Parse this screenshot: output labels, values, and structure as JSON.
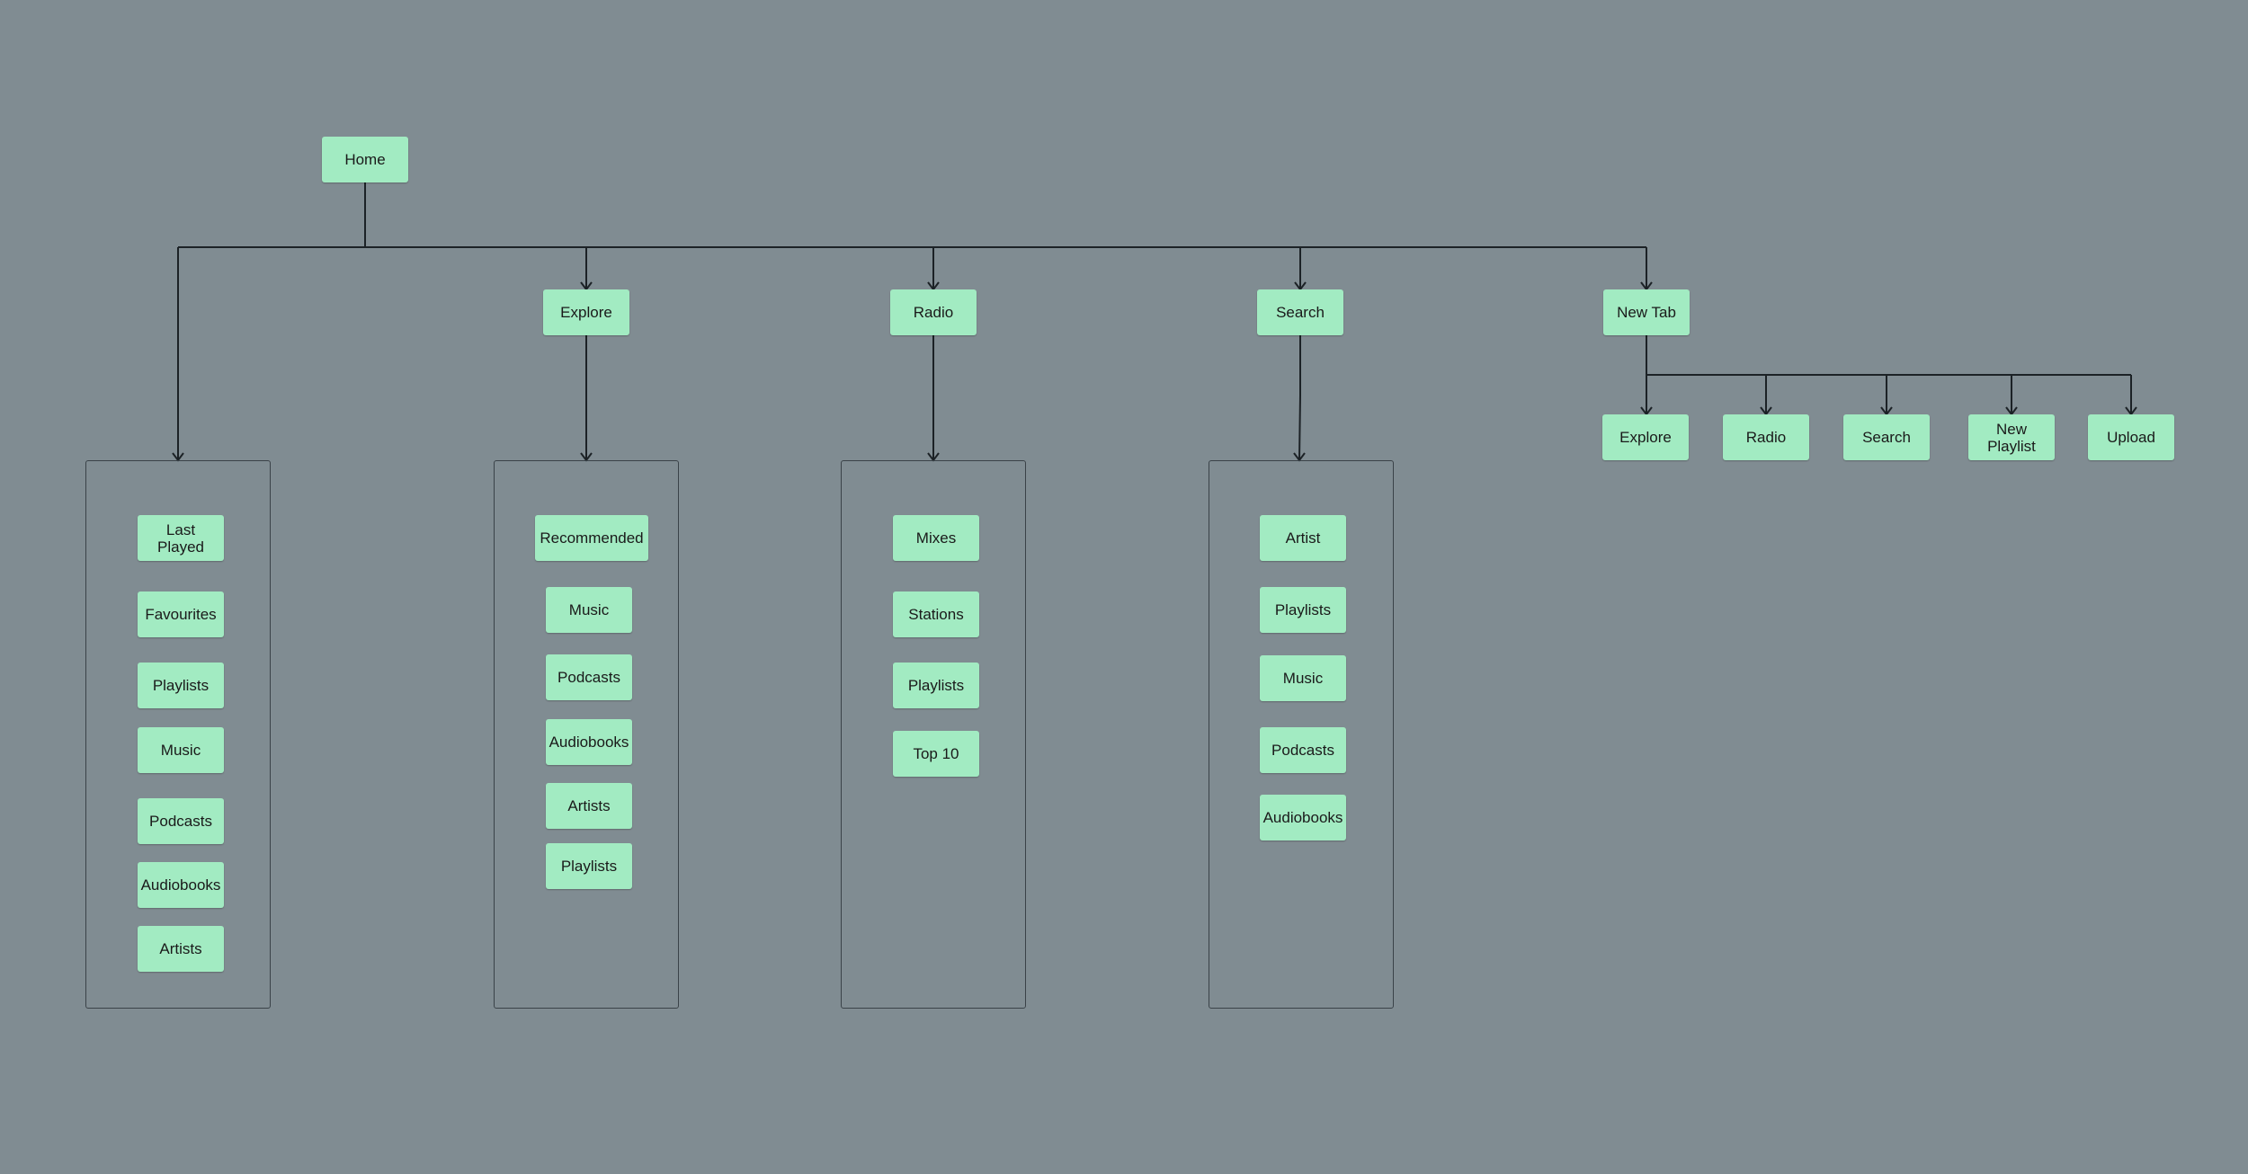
{
  "home": "Home",
  "sections": {
    "explore": "Explore",
    "radio": "Radio",
    "search": "Search",
    "new_tab": "New Tab"
  },
  "home_group": [
    "Last Played",
    "Favourites",
    "Playlists",
    "Music",
    "Podcasts",
    "Audiobooks",
    "Artists"
  ],
  "explore_group": [
    "Recommended",
    "Music",
    "Podcasts",
    "Audiobooks",
    "Artists",
    "Playlists"
  ],
  "radio_group": [
    "Mixes",
    "Stations",
    "Playlists",
    "Top 10"
  ],
  "search_group": [
    "Artist",
    "Playlists",
    "Music",
    "Podcasts",
    "Audiobooks"
  ],
  "new_tab_children": [
    "Explore",
    "Radio",
    "Search",
    "New Playlist",
    "Upload"
  ],
  "colors": {
    "background": "#808c92",
    "node": "#a2ebc2",
    "line": "#1c2226",
    "group_border": "#3a4248"
  }
}
